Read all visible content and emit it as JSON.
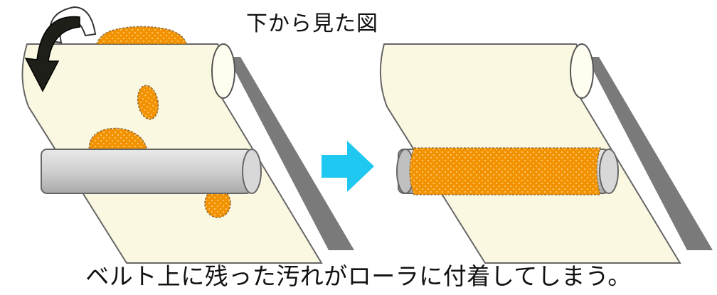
{
  "labels": {
    "bottom_view": "下から見た図",
    "caption": "ベルト上に残った汚れがローラに付着してしまう。"
  },
  "colors": {
    "belt": "#fbf8e2",
    "belt_outline": "#555555",
    "shadow": "#777777",
    "stain": "#f39200",
    "roller": "#c9c9c9",
    "arrow": "#1ec8f0",
    "curl_arrow": "#1a1a1a"
  },
  "panels": [
    {
      "name": "before",
      "state": "stains on belt, clean roller"
    },
    {
      "name": "after",
      "state": "stain transferred onto roller"
    }
  ]
}
